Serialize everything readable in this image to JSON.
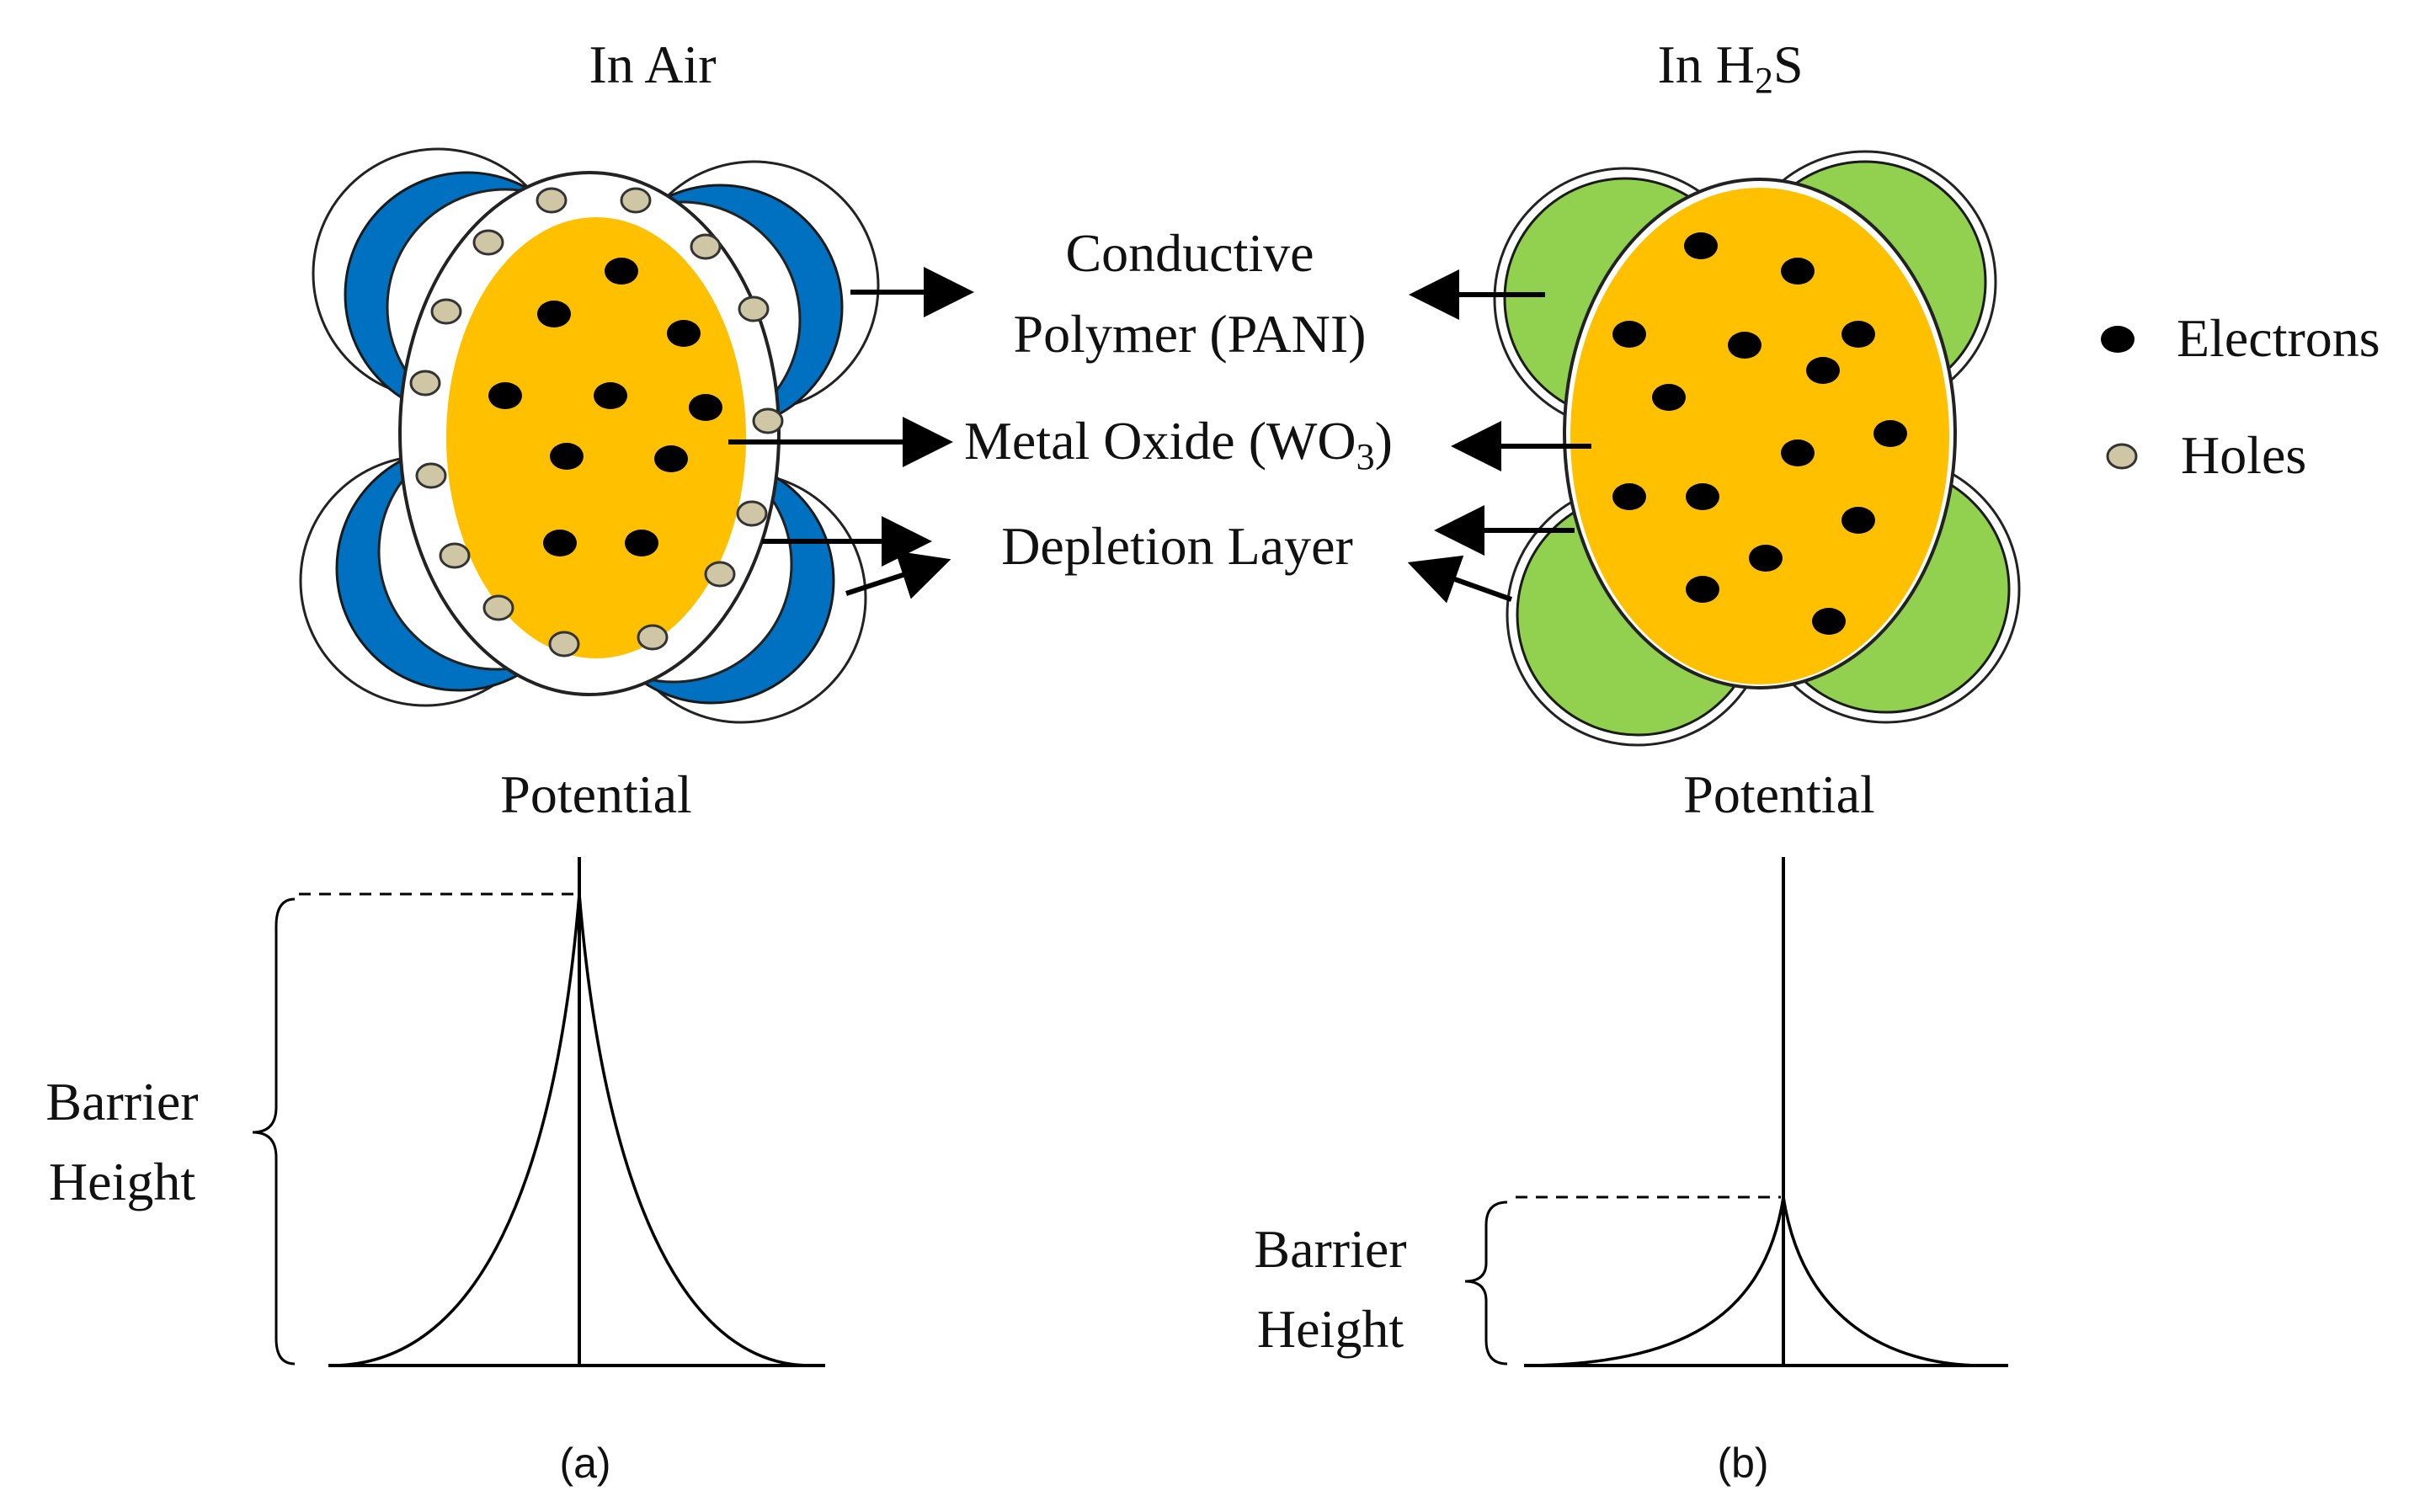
{
  "panels": {
    "left_title": "In Air",
    "right_title_main": "In H",
    "right_title_sub": "2",
    "right_title_end": "S"
  },
  "labels": {
    "conductive_line1": "Conductive",
    "conductive_line2": "Polymer (PANI)",
    "metal_oxide_main": "Metal Oxide (WO",
    "metal_oxide_sub": "3",
    "metal_oxide_end": ")",
    "depletion": "Depletion Layer"
  },
  "legend": {
    "electrons": "Electrons",
    "holes": "Holes"
  },
  "plots": {
    "left_title": "Potential",
    "right_title": "Potential",
    "left_barrier_line1": "Barrier",
    "left_barrier_line2": "Height",
    "right_barrier_line1": "Barrier",
    "right_barrier_line2": "Height",
    "left_caption": "(a)",
    "right_caption": "(b)"
  },
  "colors": {
    "core": "#FFC000",
    "electron": "#000000",
    "hole": "#CFC6A6",
    "polymer_air": "#0070C0",
    "polymer_h2s": "#92D050"
  }
}
